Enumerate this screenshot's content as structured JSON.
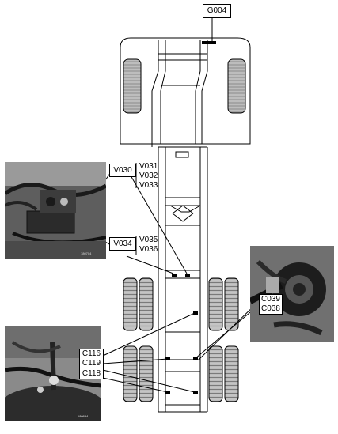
{
  "labels": {
    "g004": "G004",
    "v030": "V030",
    "v031": "V031",
    "v032": "V032",
    "v033": "V033",
    "v034": "V034",
    "v035": "V035",
    "v036": "V036",
    "c039": "C039",
    "c038": "C038",
    "c116": "C116",
    "c119": "C119",
    "c118": "C118"
  },
  "photo_codes": {
    "left_top": "180704",
    "left_bottom": "180694"
  }
}
